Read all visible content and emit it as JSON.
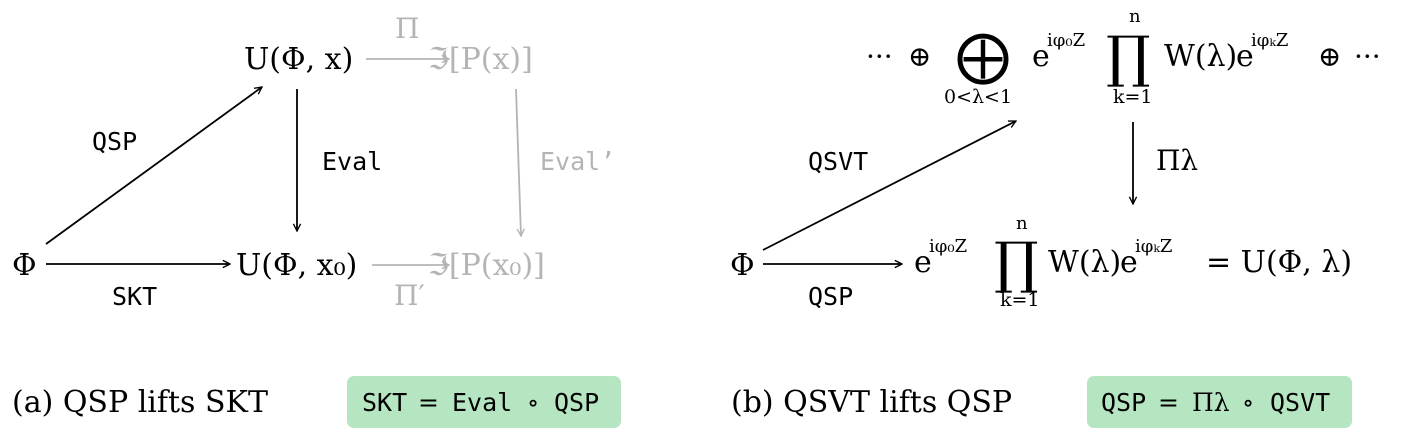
{
  "left": {
    "nodes": {
      "phi": "Φ",
      "u_phi_x": "U(Φ, x)",
      "u_phi_x0": "U(Φ, x₀)",
      "im_p_x": "ℑ[P(x)]",
      "im_p_x0": "ℑ[P(x₀)]"
    },
    "edges": {
      "qsp": "QSP",
      "skt": "SKT",
      "eval": "Eval",
      "eval_prime": "Eval’",
      "pi": "Π",
      "pi_prime": "Π′"
    },
    "caption": "(a) QSP lifts SKT",
    "identity": {
      "lhs": "SKT",
      "eq": "=",
      "a": "Eval",
      "op": "∘",
      "b": "QSP"
    }
  },
  "right": {
    "nodes": {
      "phi": "Φ",
      "dots_left": "···",
      "oplus": "⊕",
      "big_oplus": "⨁",
      "big_oplus_sub": "0<λ<1",
      "prod_sym": "∏",
      "prod_top": "n",
      "prod_bottom": "k=1",
      "exp_base": "e",
      "exp_sup": "iφ₀Z",
      "w_lambda": "W(λ)",
      "exp_sup_k": "iφₖZ",
      "dots_right": "···",
      "result": "= U(Φ, λ)"
    },
    "edges": {
      "qsvt": "QSVT",
      "qsp": "QSP",
      "pi_lambda": "Πλ"
    },
    "caption": "(b) QSVT lifts QSP",
    "identity": {
      "lhs": "QSP",
      "eq": "=",
      "a": "Πλ",
      "op": "∘",
      "b": "QSVT"
    }
  },
  "colors": {
    "ink": "#000000",
    "faded": "#b4b4b4",
    "highlight": "#b5e6c1"
  }
}
